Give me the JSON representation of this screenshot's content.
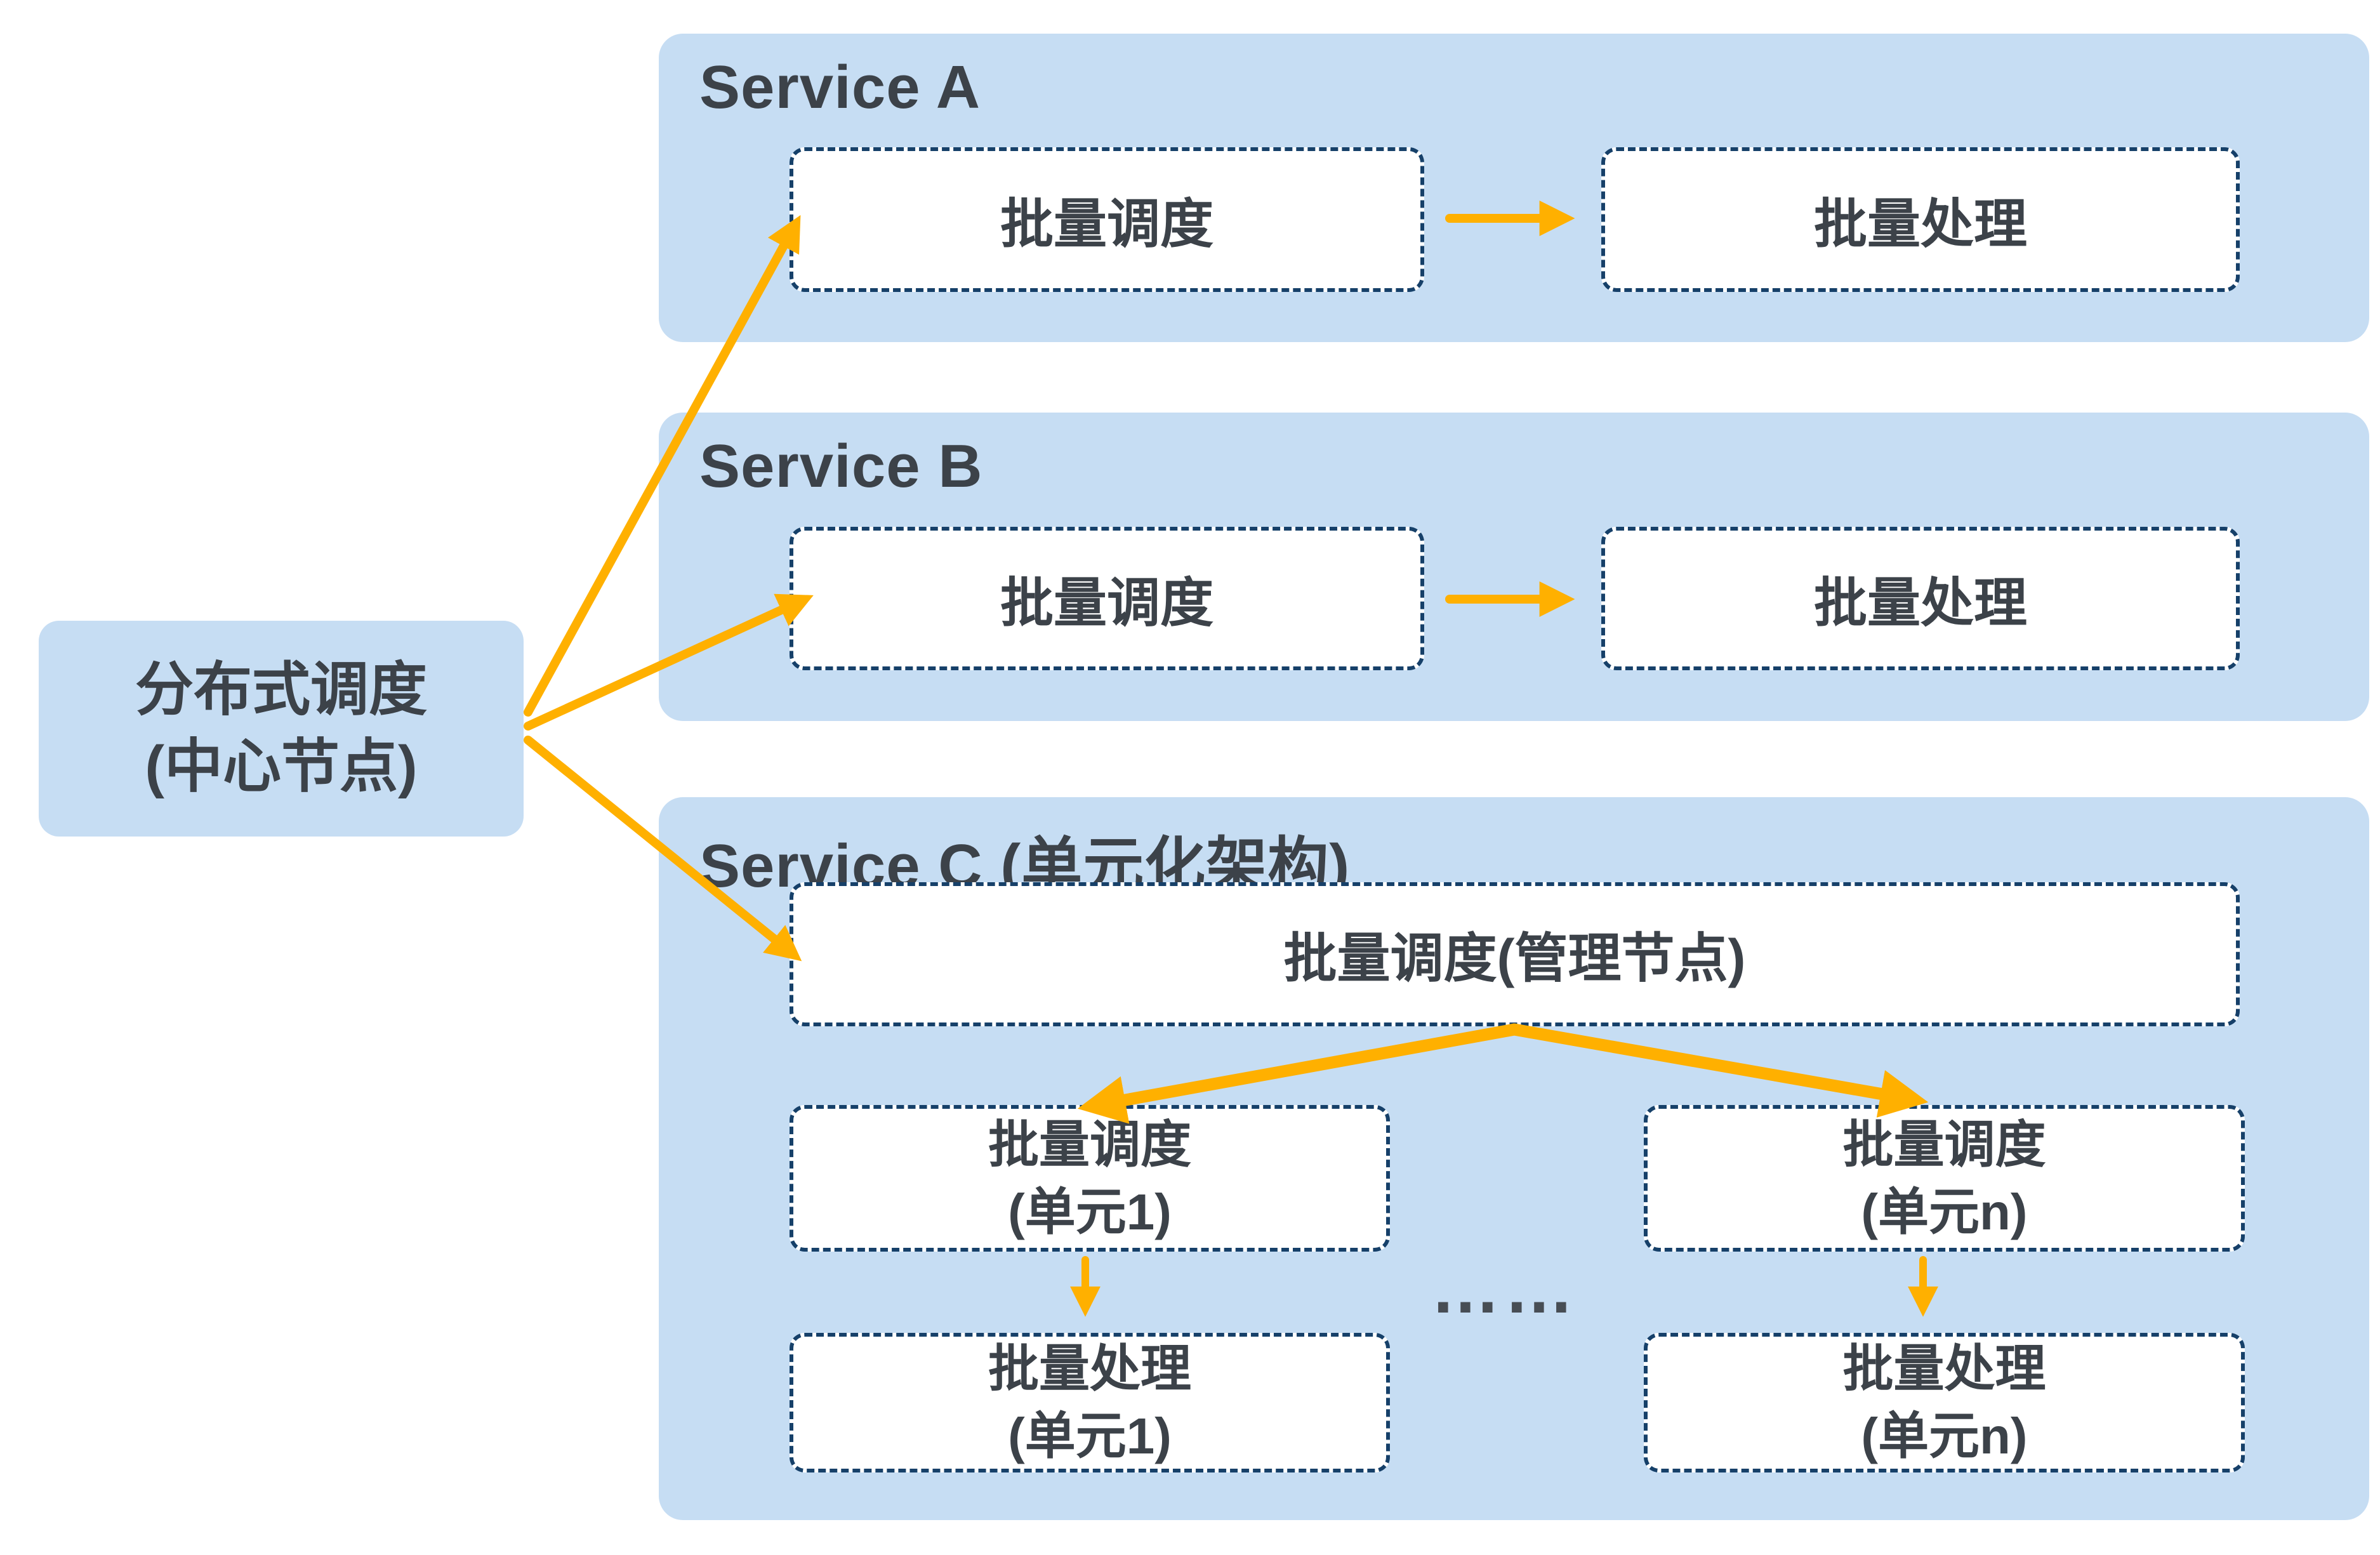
{
  "diagram_title": "distributed-scheduling-architecture",
  "colors": {
    "canvas_bg": "#FFFFFF",
    "panel_bg": "#C6DDF3",
    "node_bg": "#FFFFFF",
    "node_border": "#164069",
    "arrow": "#FFB000",
    "text": "#3C4249"
  },
  "central_node": {
    "line1": "分布式调度",
    "line2": "(中心节点)"
  },
  "services": {
    "a": {
      "title": "Service A",
      "scheduler_label": "批量调度",
      "processor_label": "批量处理"
    },
    "b": {
      "title": "Service B",
      "scheduler_label": "批量调度",
      "processor_label": "批量处理"
    },
    "c": {
      "title": "Service C (单元化架构)",
      "manager_label": "批量调度(管理节点)",
      "units": [
        {
          "scheduler_line1": "批量调度",
          "scheduler_line2": "(单元1)",
          "processor_line1": "批量处理",
          "processor_line2": "(单元1)"
        },
        {
          "scheduler_line1": "批量调度",
          "scheduler_line2": "(单元n)",
          "processor_line1": "批量处理",
          "processor_line2": "(单元n)"
        }
      ],
      "ellipsis": "……"
    }
  }
}
